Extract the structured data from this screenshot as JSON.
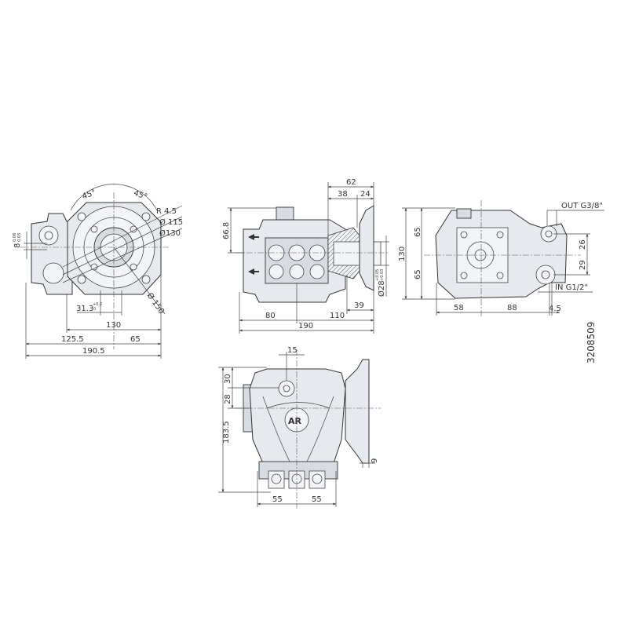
{
  "drawing": {
    "part_number": "3208509",
    "front_view": {
      "angle_left": "45°",
      "angle_right": "45°",
      "radius": "R 4.5",
      "dia_115": "Ø 115",
      "dia_130": "Ø130",
      "dia_150": "Ø 150",
      "key_width": "31.3",
      "key_tol_upper": "+0.2",
      "key_tol_lower": "0",
      "key_height": "8",
      "key_height_tol_upper": "0.08",
      "key_height_tol_lower": "0.03",
      "width_130": "130",
      "left_125_5": "125.5",
      "right_65": "65",
      "total_190_5": "190.5"
    },
    "side_view": {
      "height_66_8": "66.8",
      "dim_62": "62",
      "dim_38": "38",
      "dim_24": "24",
      "shaft_dia": "Ø28",
      "shaft_tol_upper": "+0.05",
      "shaft_tol_lower": "+0.03",
      "dim_39": "39",
      "dim_80": "80",
      "dim_110": "110",
      "dim_190": "190"
    },
    "rear_view": {
      "height_130": "130",
      "upper_65": "65",
      "lower_65": "65",
      "dim_26": "26",
      "dim_29": "29",
      "outlet": "OUT  G3/8\"",
      "inlet": "IN  G1/2\"",
      "dim_58": "58",
      "dim_88": "88",
      "dim_4_5": "4.5"
    },
    "bottom_view": {
      "dim_15": "15",
      "dim_30": "30",
      "dim_28": "28",
      "height_183_5": "183.5",
      "dim_9": "9",
      "left_55": "55",
      "right_55": "55",
      "logo_text": "AR"
    }
  }
}
